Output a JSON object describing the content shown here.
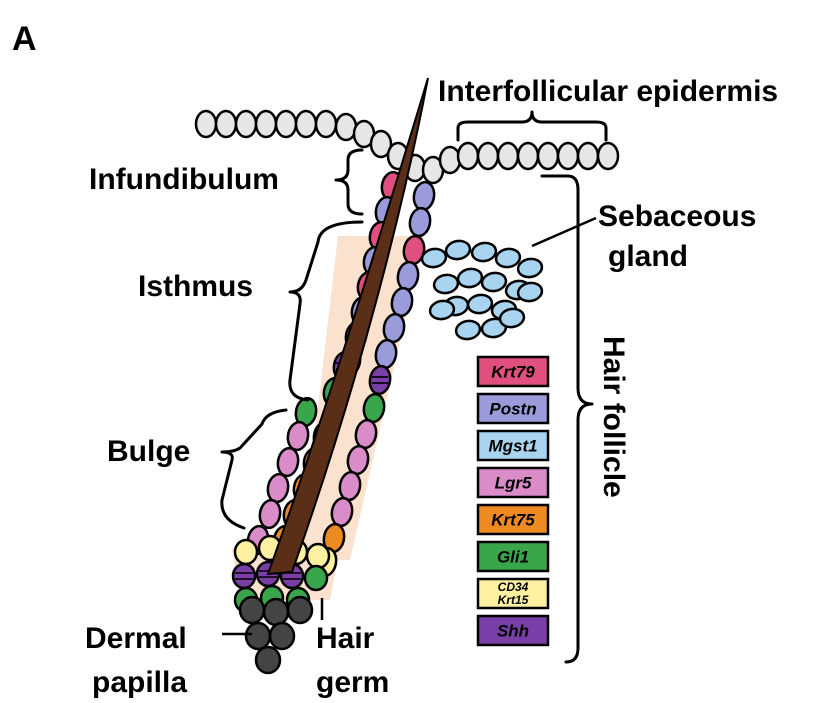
{
  "panel_label": "A",
  "labels": {
    "interfollicular_epidermis": "Interfollicular epidermis",
    "infundibulum": "Infundibulum",
    "sebaceous_line1": "Sebaceous",
    "sebaceous_line2": "gland",
    "isthmus": "Isthmus",
    "bulge": "Bulge",
    "hair_follicle": "Hair follicle",
    "dermal_line1": "Dermal",
    "dermal_line2": "papilla",
    "germ_line1": "Hair",
    "germ_line2": "germ"
  },
  "legend": [
    {
      "text": "Krt79",
      "color": "#e0507e"
    },
    {
      "text": "Postn",
      "color": "#9b9bdb"
    },
    {
      "text": "Mgst1",
      "color": "#a8d4f0"
    },
    {
      "text": "Lgr5",
      "color": "#d98cc8"
    },
    {
      "text": "Krt75",
      "color": "#ee8a22"
    },
    {
      "text": "Gli1",
      "color": "#3aa64b"
    },
    {
      "text": "CD34",
      "text2": "Krt15",
      "color": "#fdf0a0"
    },
    {
      "text": "Shh",
      "color": "#7a3fa6"
    }
  ],
  "colors": {
    "hair_shaft": "#5a2e17",
    "epidermis_cell": "#e6e6e6",
    "dermal_papilla_cell": "#444444",
    "sebaceous_cell": "#a8d4f0",
    "peach": "#f6caa8"
  }
}
